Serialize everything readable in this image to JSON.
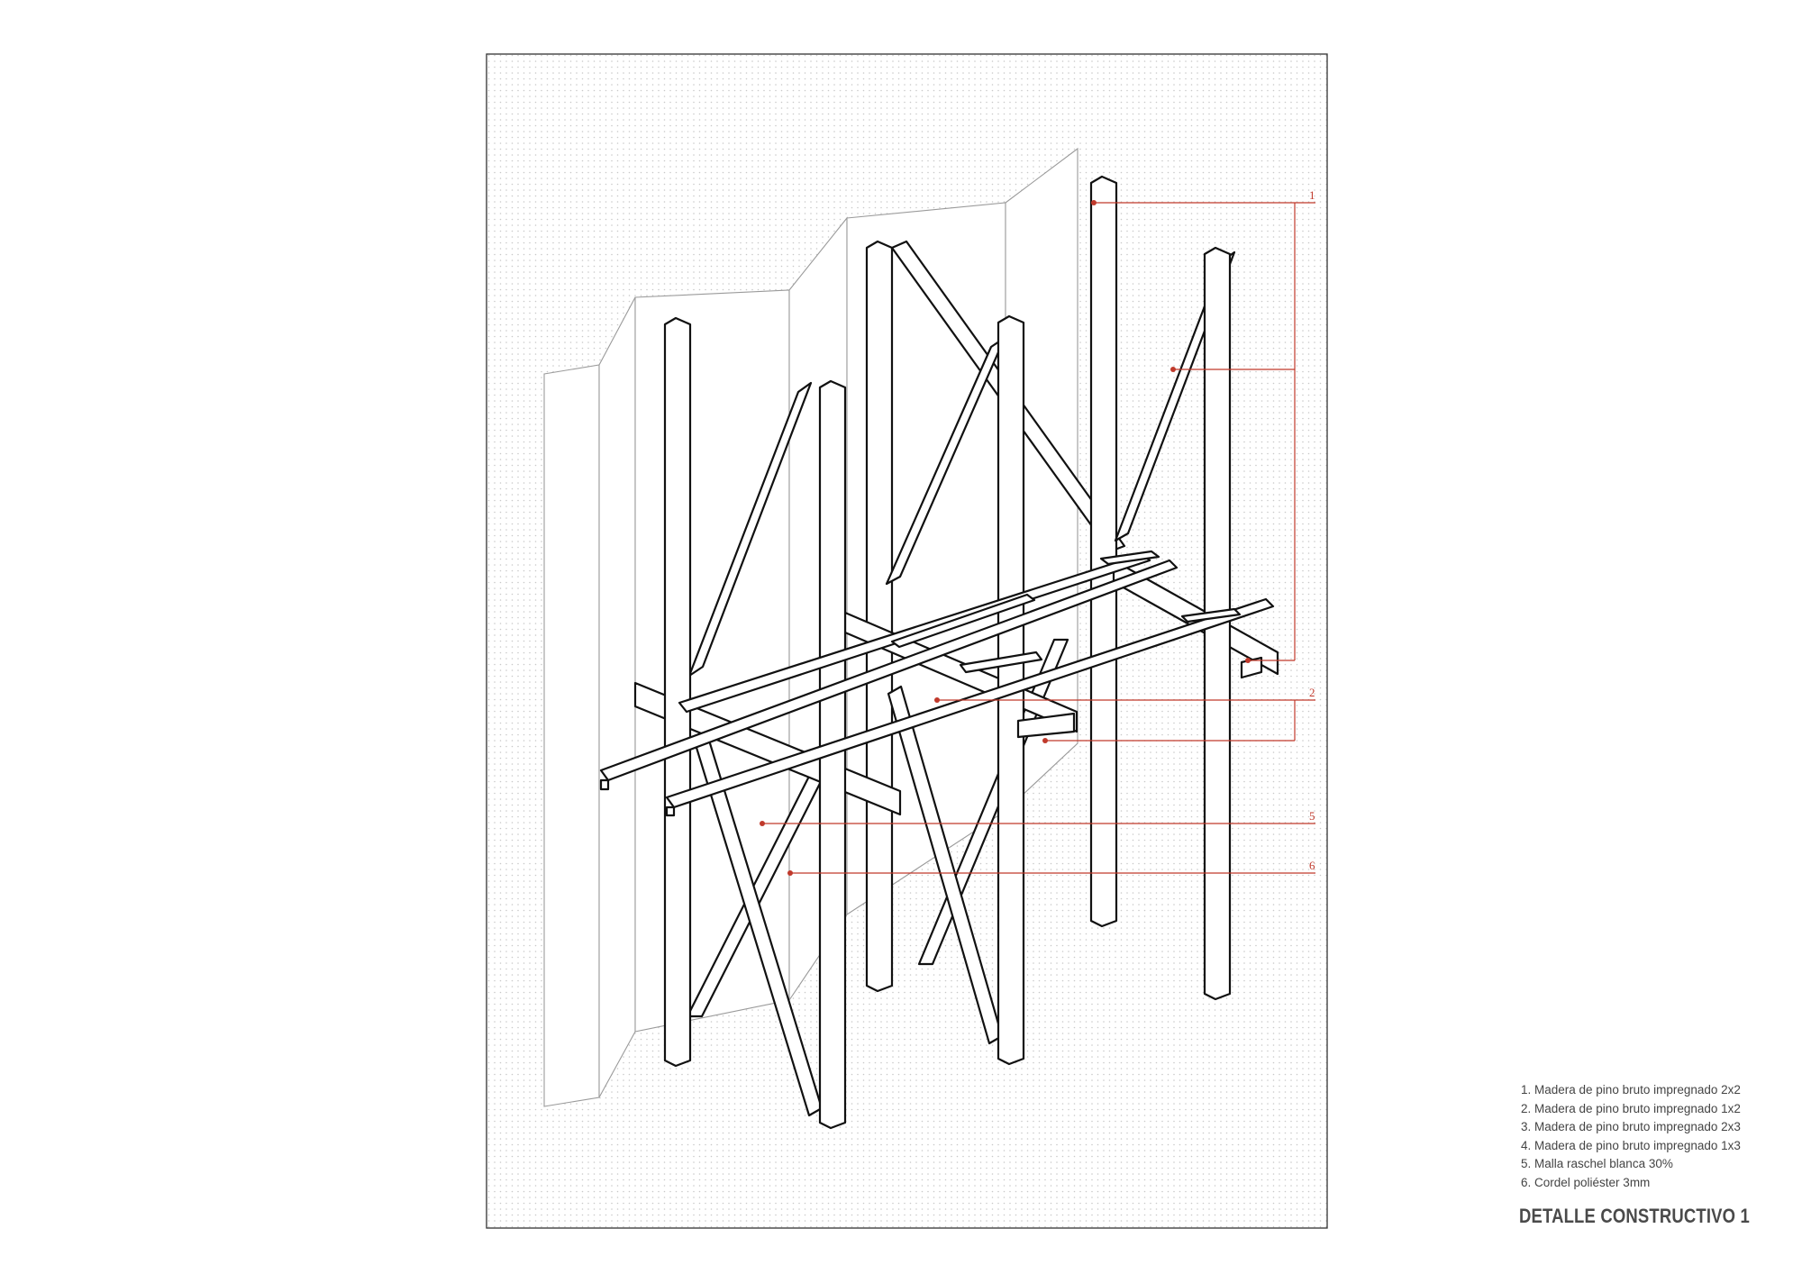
{
  "legend": {
    "items": [
      "1. Madera de pino bruto impregnado 2x2",
      "2. Madera de pino bruto impregnado 1x2",
      "3. Madera de pino bruto impregnado 2x3",
      "4. Madera de pino bruto impregnado 1x3",
      "5. Malla raschel blanca 30%",
      "6. Cordel poliéster 3mm"
    ]
  },
  "title": "DETALLE CONSTRUCTIVO 1",
  "callouts": [
    "1",
    "2",
    "5",
    "6"
  ],
  "colors": {
    "callout": "#c0392b",
    "ink": "#111111",
    "mesh_outline": "#9a9a9a",
    "grid_dot": "#c9c9c9",
    "frame": "#333333"
  }
}
